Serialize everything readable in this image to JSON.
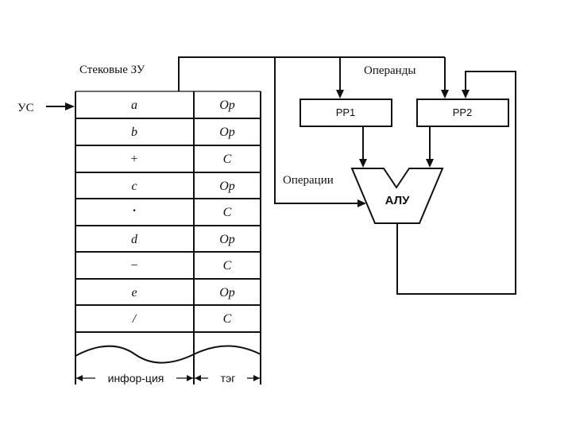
{
  "stack_title": "Стековые ЗУ",
  "pointer_label": "УС",
  "operands_label": "Операнды",
  "operations_label": "Операции",
  "alu_label": "АЛУ",
  "rr1_label": "РР1",
  "rr2_label": "РР2",
  "rows": [
    {
      "info": "a",
      "tag": "Op"
    },
    {
      "info": "b",
      "tag": "Op"
    },
    {
      "info": "+",
      "tag": "C"
    },
    {
      "info": "c",
      "tag": "Op"
    },
    {
      "info": "·",
      "tag": "C"
    },
    {
      "info": "d",
      "tag": "Op"
    },
    {
      "info": "−",
      "tag": "C"
    },
    {
      "info": "e",
      "tag": "Op"
    },
    {
      "info": "/",
      "tag": "C"
    }
  ],
  "info_dim_label": "инфор-ция",
  "tag_dim_label": "тэг"
}
